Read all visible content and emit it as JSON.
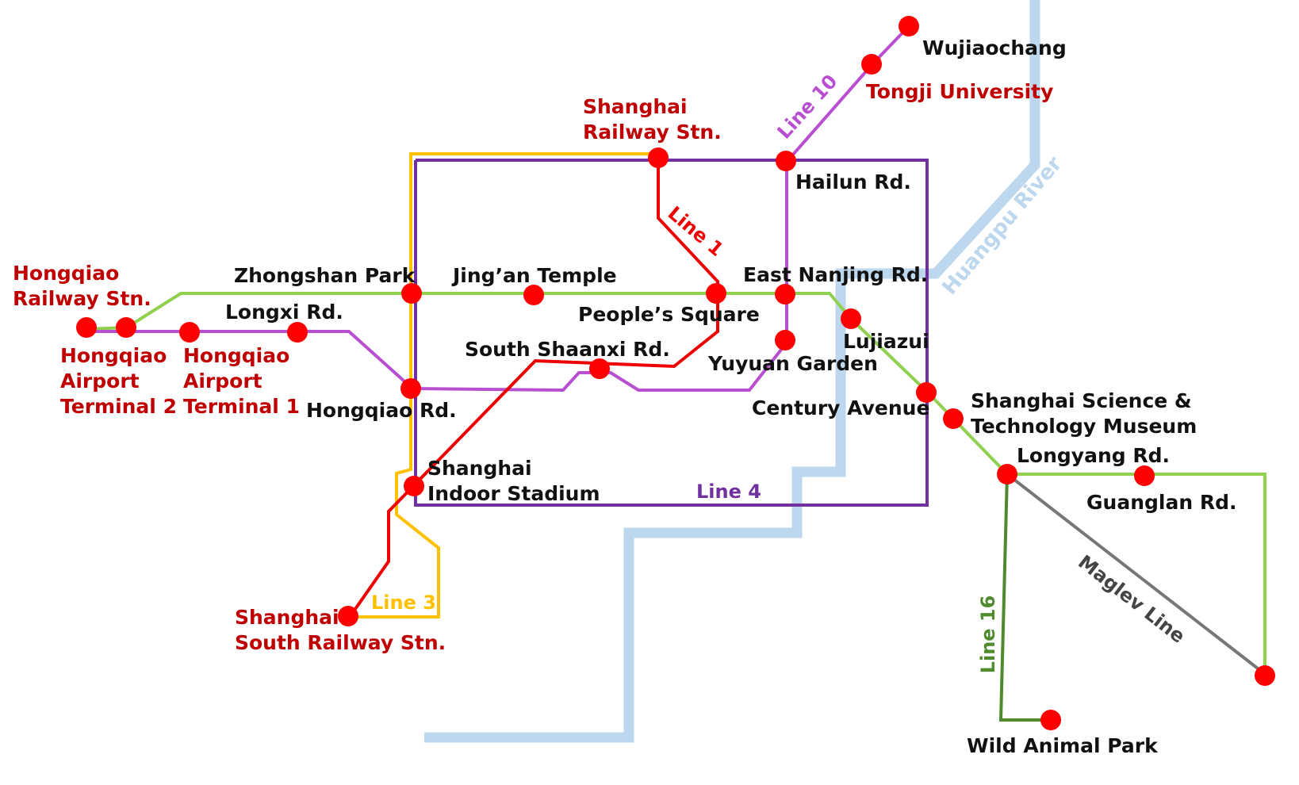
{
  "colors": {
    "line1": "#ee0000",
    "line2": "#8fd14f",
    "line3": "#ffc000",
    "line4": "#7030a0",
    "line10": "#b84fd1",
    "line16": "#4f8a2f",
    "maglev": "#777777",
    "river": "#bdd7ee",
    "station": "#ff0000",
    "label_red": "#c00000",
    "label_black": "#111111"
  },
  "river": {
    "label": "Huangpu River"
  },
  "lines": {
    "line1": "Line 1",
    "line3": "Line 3",
    "line4": "Line 4",
    "line10": "Line 10",
    "line16": "Line 16",
    "maglev": "Maglev Line"
  },
  "stations": {
    "wujiaochang": "Wujiaochang",
    "tongji_university": "Tongji University",
    "shanghai_railway_1": "Shanghai",
    "shanghai_railway_2": "Railway Stn.",
    "hailun_rd": "Hailun Rd.",
    "hongqiao_railway_1": "Hongqiao",
    "hongqiao_railway_2": "Railway Stn.",
    "zhongshan_park": "Zhongshan Park",
    "jingan_temple": "Jing’an Temple",
    "east_nanjing_rd": "East Nanjing Rd.",
    "longxi_rd": "Longxi Rd.",
    "peoples_square": "People’s Square",
    "lujiazui": "Lujiazui",
    "south_shaanxi_rd": "South Shaanxi Rd.",
    "yuyuan_garden": "Yuyuan Garden",
    "hq_t2_1": "Hongqiao",
    "hq_t2_2": "Airport",
    "hq_t2_3": "Terminal 2",
    "hq_t1_1": "Hongqiao",
    "hq_t1_2": "Airport",
    "hq_t1_3": "Terminal 1",
    "hongqiao_rd": "Hongqiao Rd.",
    "century_avenue": "Century Avenue",
    "sstm_1": "Shanghai Science &",
    "sstm_2": "Technology Museum",
    "indoor_stadium_1": "Shanghai",
    "indoor_stadium_2": "Indoor Stadium",
    "longyang_rd": "Longyang Rd.",
    "guanglan_rd": "Guanglan Rd.",
    "south_railway_1": "Shanghai",
    "south_railway_2": "South Railway Stn.",
    "wild_animal_park": "Wild Animal Park"
  }
}
